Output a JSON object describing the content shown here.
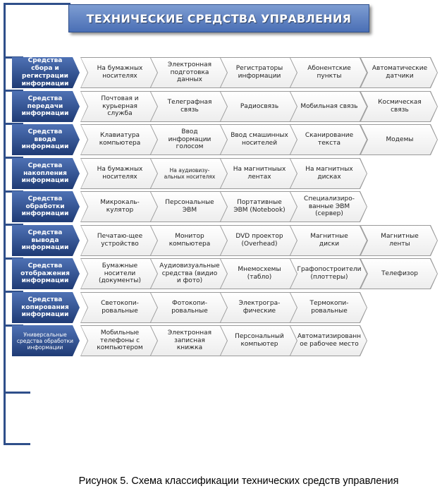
{
  "title": "ТЕХНИЧЕСКИЕ СРЕДСТВА УПРАВЛЕНИЯ",
  "caption": "Рисунок 5. Схема классификации технических средств управления",
  "colors": {
    "category_fill": "#2f4f8a",
    "item_fill": "#ffffff",
    "spine": "#2f4f8a"
  },
  "rows": [
    {
      "category": "Средства сбора и регистрации информации",
      "items": [
        "На бумажных носителях",
        "Электронная подготовка данных",
        "Регистраторы информации",
        "Абонентские пункты",
        "Автоматические датчики"
      ]
    },
    {
      "category": "Средства передачи информации",
      "items": [
        "Почтовая и курьерная служба",
        "Телеграфная связь",
        "Радиосвязь",
        "Мобильная связь",
        "Космическая связь"
      ]
    },
    {
      "category": "Средства ввода информации",
      "items": [
        "Клавиатура компьютера",
        "Ввод информации голосом",
        "Ввод смашинных носителей",
        "Сканирование текста",
        "Модемы"
      ]
    },
    {
      "category": "Средства накопления информации",
      "items": [
        "На бумажных носителях",
        "На аудиовизу-альных носителях",
        "На магнитныых лентах",
        "На магнитных дисках"
      ]
    },
    {
      "category": "Средства обработки информации",
      "items": [
        "Микрокаль-кулятор",
        "Персональные ЭВМ",
        "Портативные ЭВМ (Notebook)",
        "Специализиро-ванные ЭВМ (сервер)"
      ]
    },
    {
      "category": "Средства вывода информации",
      "items": [
        "Печатаю-щее устройство",
        "Монитор компьютера",
        "DVD проектор (Overhead)",
        "Магнитные диски",
        "Магнитные ленты"
      ]
    },
    {
      "category": "Средства отображения информации",
      "items": [
        "Бумажные носители (документы)",
        "Аудиовизуальные средства (видио и фото)",
        "Мнемосхемы (табло)",
        "Графопостроители (плоттеры)",
        "Телефизор"
      ]
    },
    {
      "category": "Средства копирования информации",
      "items": [
        "Светокопи-ровальные",
        "Фотокопи-ровальные",
        "Электрогра-фические",
        "Термокопи-ровальные"
      ]
    },
    {
      "category": "Универсальные средства обработки информации",
      "items": [
        "Мобильные телефоны с компьютером",
        "Электронная записная книжка",
        "Персональный компьютер",
        "Автоматизированн ое рабочее место"
      ]
    }
  ]
}
